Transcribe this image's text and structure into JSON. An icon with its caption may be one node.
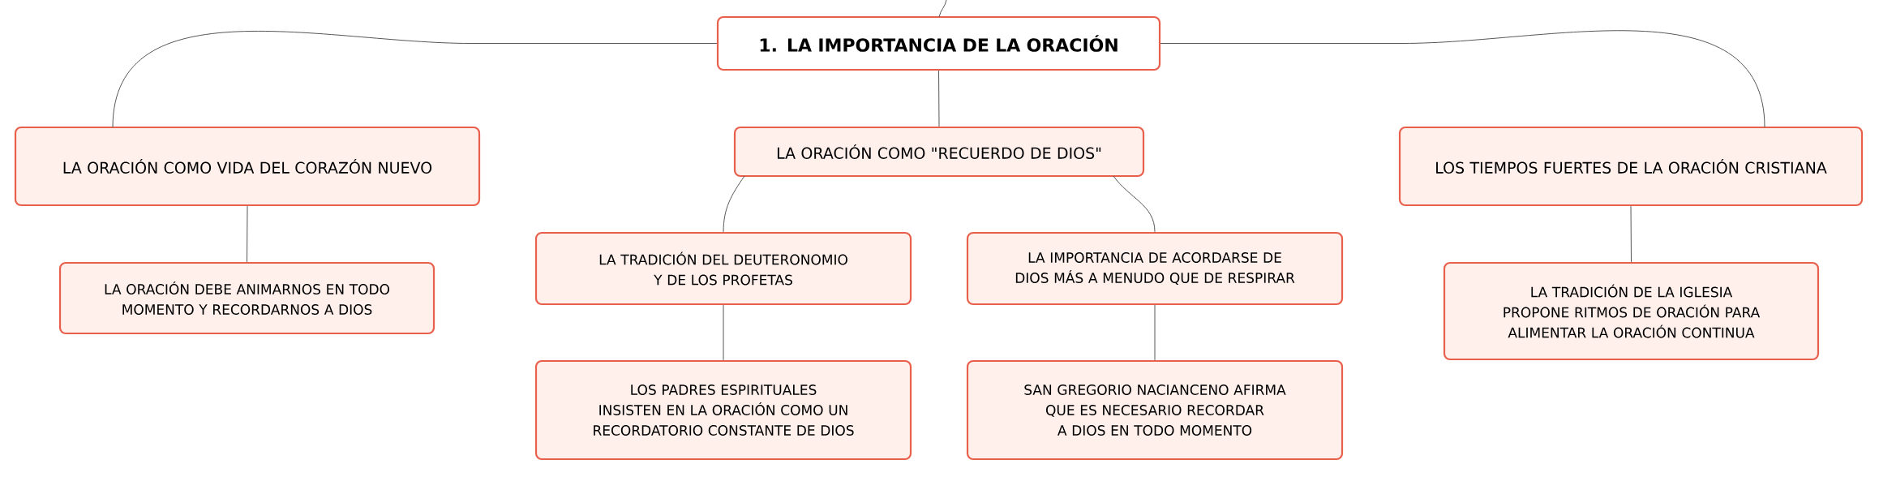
{
  "diagram": {
    "nodes": [
      {
        "text": [
          "1. LA IMPORTANCIA DE LA ORACIÓN"
        ]
      },
      {
        "text": [
          "LA ORACIÓN COMO VIDA DEL CORAZÓN NUEVO"
        ]
      },
      {
        "text": [
          "LA ORACIÓN COMO \"RECUERDO DE DIOS\""
        ]
      },
      {
        "text": [
          "LOS TIEMPOS FUERTES DE LA ORACIÓN CRISTIANA"
        ]
      },
      {
        "text": [
          "LA ORACIÓN DEBE ANIMARNOS EN TODO MOMENTO Y RECORDARNOS A DIOS"
        ]
      },
      {
        "text": [
          "LA TRADICIÓN DEL DEUTERONOMIO Y DE LOS PROFETAS"
        ]
      },
      {
        "text": [
          "LA IMPORTANCIA DE ACORDARSE DE DIOS MÁS A MENUDO QUE DE RESPIRAR"
        ]
      },
      {
        "text": [
          "LA TRADICIÓN DE LA IGLESIA PROPONE RITMOS DE ORACIÓN PARA ALIMENTAR LA ORACIÓN CONTINUA"
        ]
      },
      {
        "text": [
          "LOS PADRES ESPIRITUALES INSISTEN EN LA ORACIÓN COMO UN RECORDATORIO CONSTANTE DE DIOS"
        ]
      },
      {
        "text": [
          "SAN GREGORIO NACIANCENO AFIRMA QUE ES NECESARIO RECORDAR A DIOS EN TODO MOMENTO"
        ]
      }
    ],
    "edges": [
      {
        "from": null,
        "to": 0,
        "arrow": "none"
      },
      {
        "from": 0,
        "to": 1,
        "arrow": "none"
      },
      {
        "from": 0,
        "to": 2,
        "arrow": "none"
      },
      {
        "from": 0,
        "to": 3,
        "arrow": "none"
      },
      {
        "from": 1,
        "to": 4,
        "arrow": "none"
      },
      {
        "from": 2,
        "to": 5,
        "arrow": "none"
      },
      {
        "from": 2,
        "to": 6,
        "arrow": "none"
      },
      {
        "from": 3,
        "to": 7,
        "arrow": "none"
      },
      {
        "from": 5,
        "to": 8,
        "arrow": "none"
      },
      {
        "from": 6,
        "to": 9,
        "arrow": "none"
      }
    ]
  }
}
